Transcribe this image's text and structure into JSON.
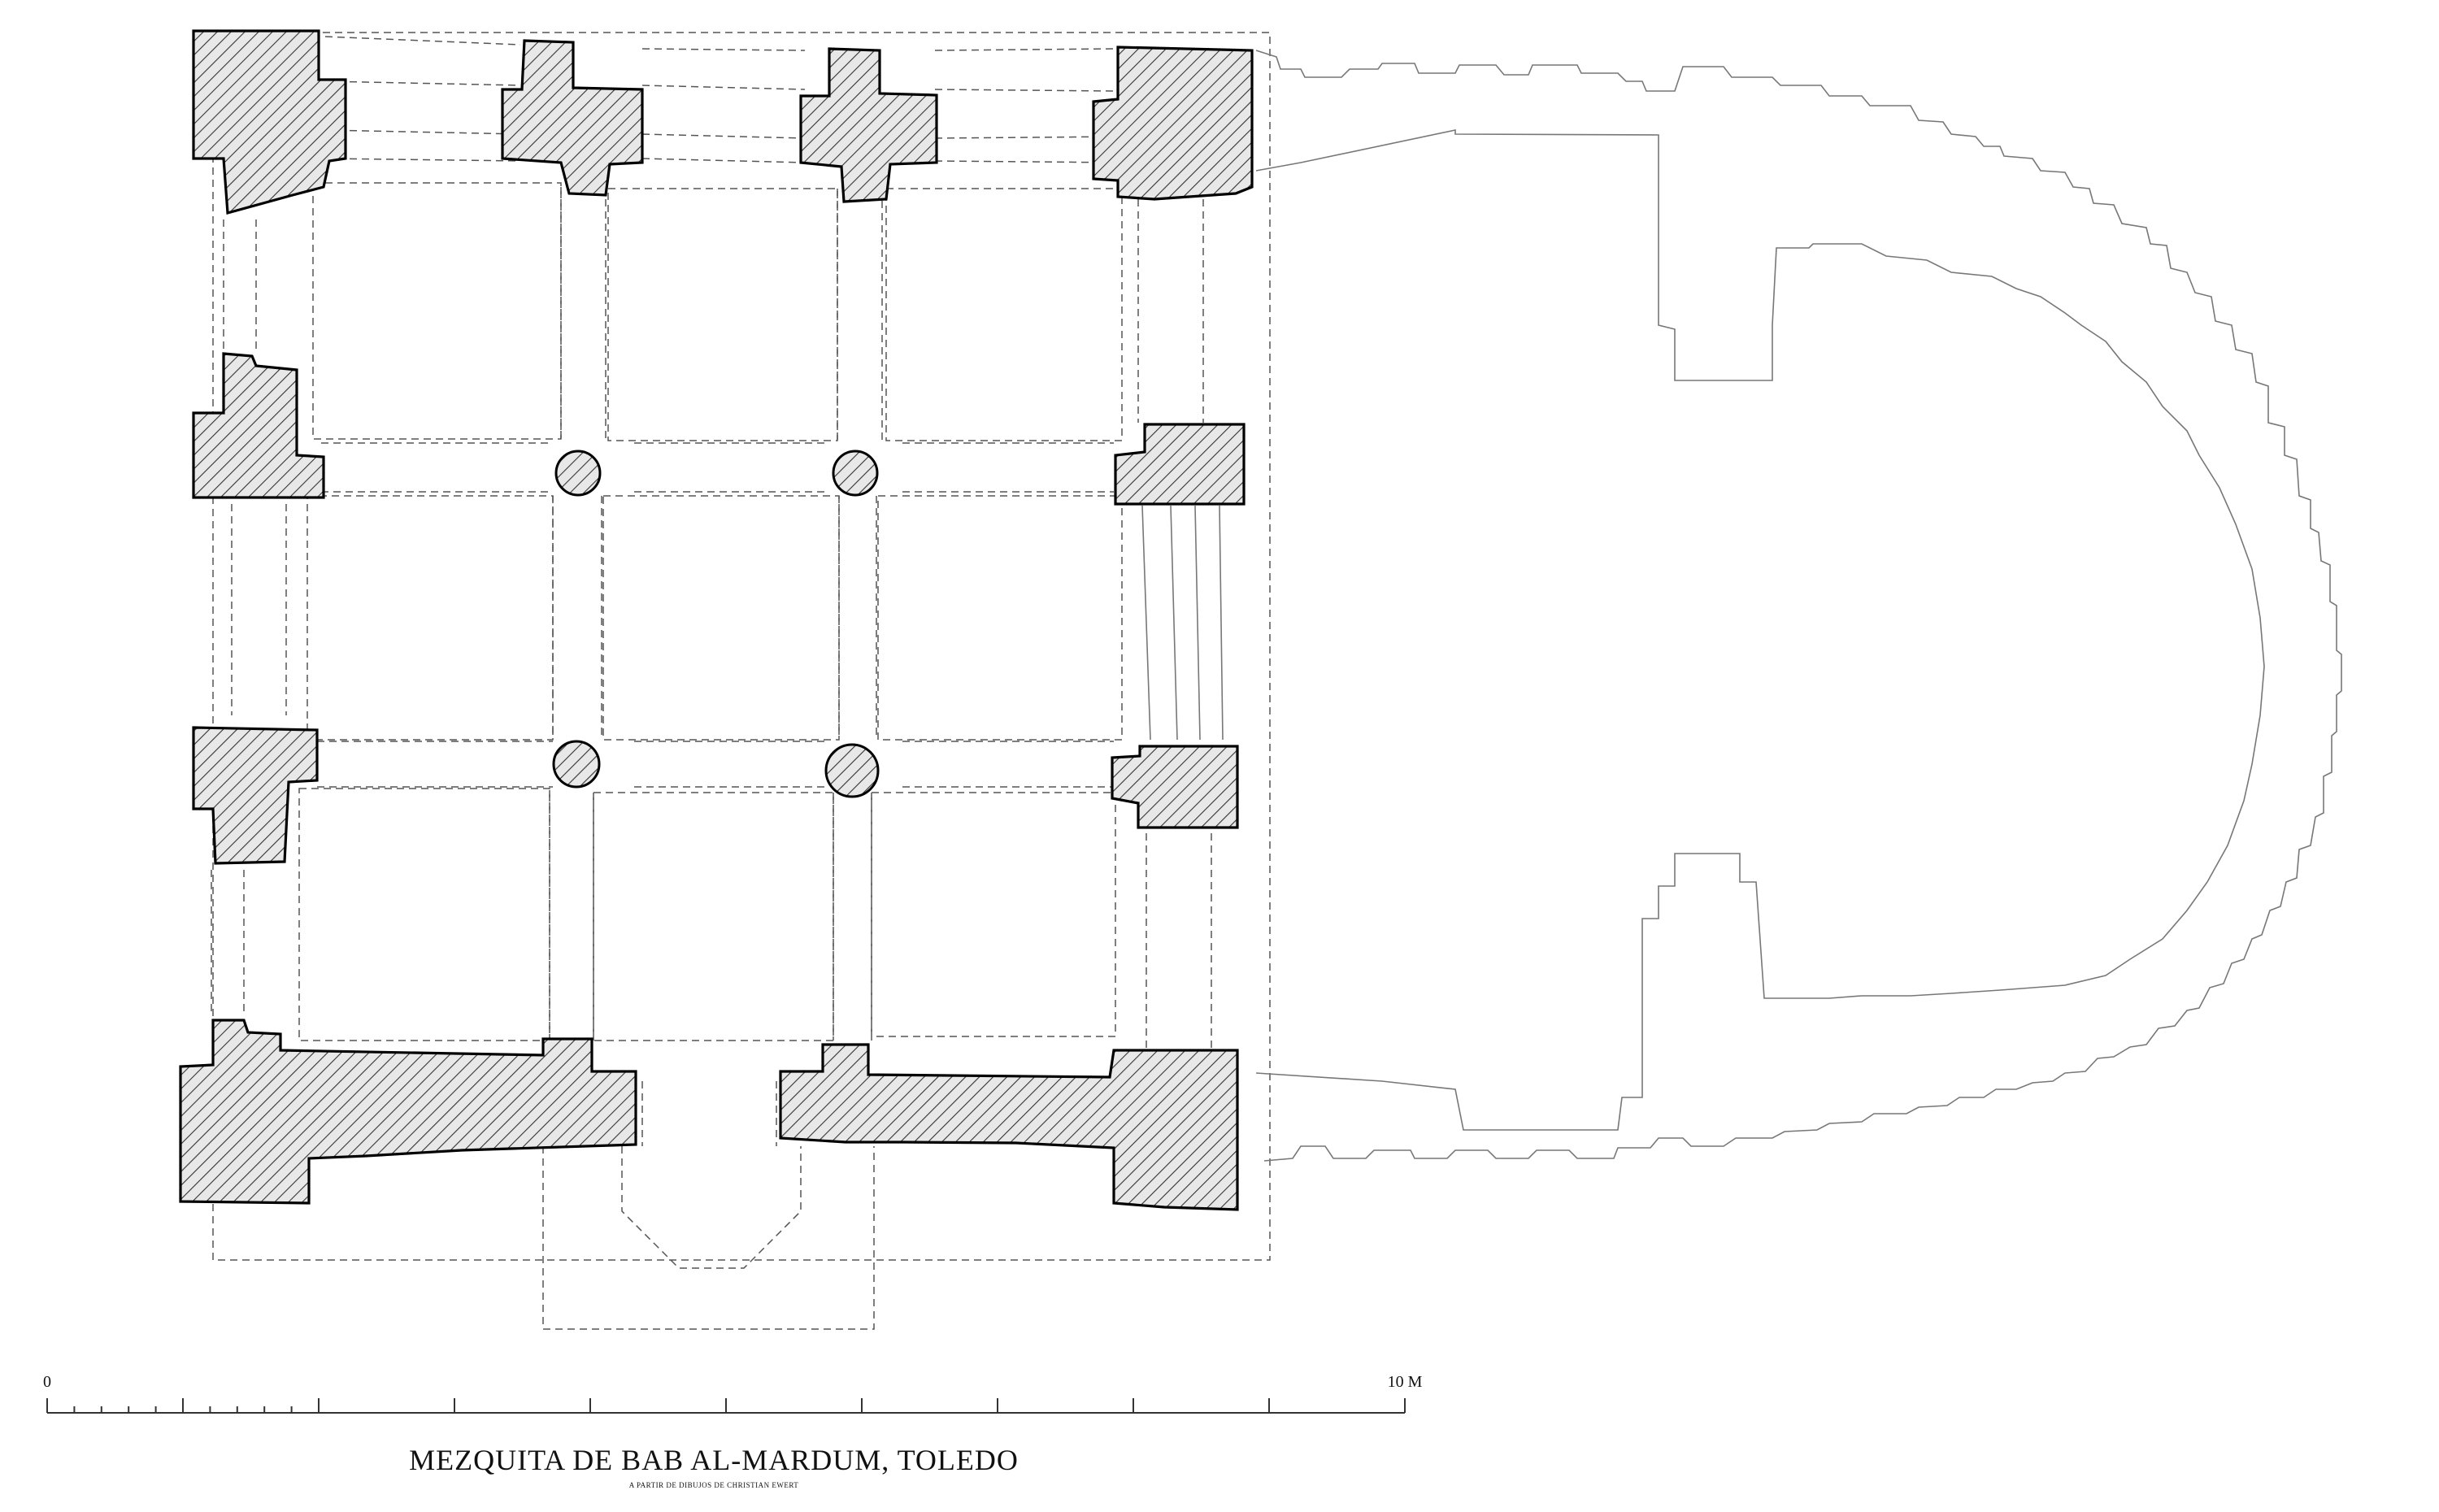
{
  "title": "MEZQUITA DE BAB AL-MARDUM, TOLEDO",
  "credit": "A PARTIR DE DIBUJOS DE CHRISTIAN EWERT",
  "scale_bar": {
    "start_label": "0",
    "end_label": "10 M",
    "major_divisions": 10,
    "minor_divisions_first_unit": 10
  },
  "colors": {
    "wall_stroke": "#000000",
    "hatch": "#333333",
    "dashed_lines": "#555555",
    "apse_outline": "#777777",
    "background": "#ffffff"
  }
}
